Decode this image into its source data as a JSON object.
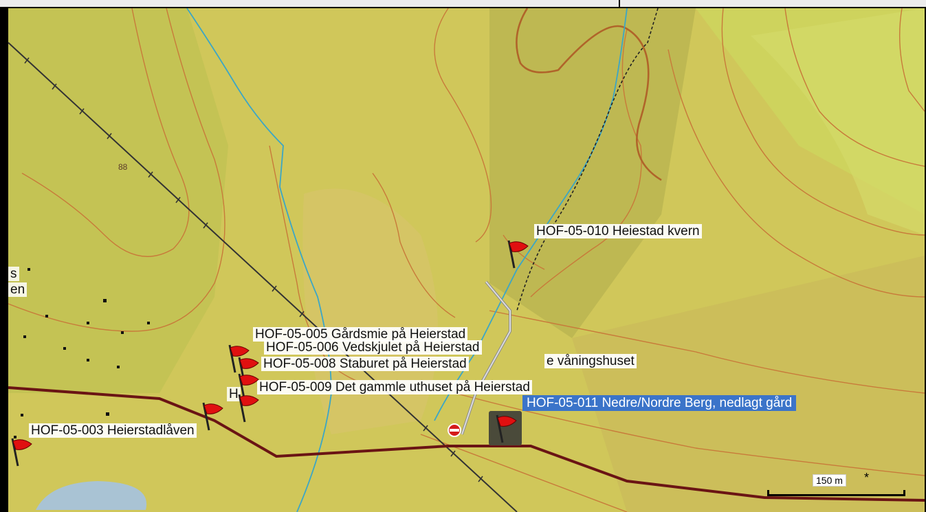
{
  "map": {
    "elevation_label": "88",
    "partial_labels": [
      "s",
      "en"
    ],
    "markers": [
      {
        "id": "HOF-05-010",
        "label": "HOF-05-010 Heiestad kvern"
      },
      {
        "id": "HOF-05-005",
        "label": "HOF-05-005 Gårdsmie på Heierstad"
      },
      {
        "id": "HOF-05-006",
        "label": "HOF-05-006 Vedskjulet på Heierstad"
      },
      {
        "id": "HOF-05-007",
        "label": "e våningshuset"
      },
      {
        "id": "HOF-05-008",
        "label": "HOF-05-008 Staburet på Heierstad"
      },
      {
        "id": "HOF-05-009",
        "label": "HOF-05-009 Det gammle uthuset på Heierstad"
      },
      {
        "id": "HOF-05-004",
        "label": "H"
      },
      {
        "id": "HOF-05-011",
        "label": "HOF-05-011 Nedre/Nordre Berg, nedlagt gård",
        "selected": true
      },
      {
        "id": "HOF-05-003",
        "label": "HOF-05-003 Heierstadlåven"
      }
    ],
    "scale": {
      "text": "150 m",
      "extra": "*"
    },
    "icons": {
      "marker": "red-flag-icon",
      "restriction": "no-entry-icon"
    },
    "colors": {
      "terrain": "#d2c95e",
      "contour": "#c87a3a",
      "stream": "#3ba6c6",
      "road": "#6a1414",
      "selected": "#3b74c9",
      "flag": "#e01010"
    }
  }
}
